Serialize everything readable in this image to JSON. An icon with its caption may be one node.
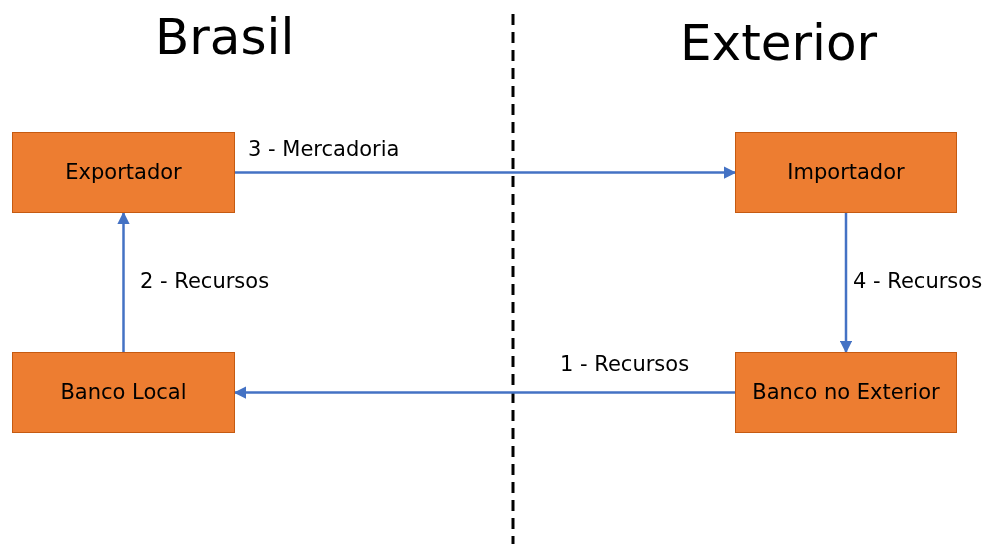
{
  "diagram": {
    "nodes": [
      {
        "text": [
          "Exportador"
        ]
      },
      {
        "text": [
          "Importador"
        ]
      },
      {
        "text": [
          "Banco Local"
        ]
      },
      {
        "text": [
          "Banco no Exterior"
        ]
      }
    ],
    "edges": [
      {
        "from": 3,
        "to": 2,
        "arrow": "to",
        "label": "1 - Recursos"
      },
      {
        "from": 2,
        "to": 0,
        "arrow": "to",
        "label": "2 - Recursos"
      },
      {
        "from": 0,
        "to": 1,
        "arrow": "to",
        "label": "3 - Mercadoria"
      },
      {
        "from": 1,
        "to": 3,
        "arrow": "to",
        "label": "4 - Recursos"
      }
    ],
    "labels": [
      "Brasil",
      "Exterior"
    ]
  }
}
